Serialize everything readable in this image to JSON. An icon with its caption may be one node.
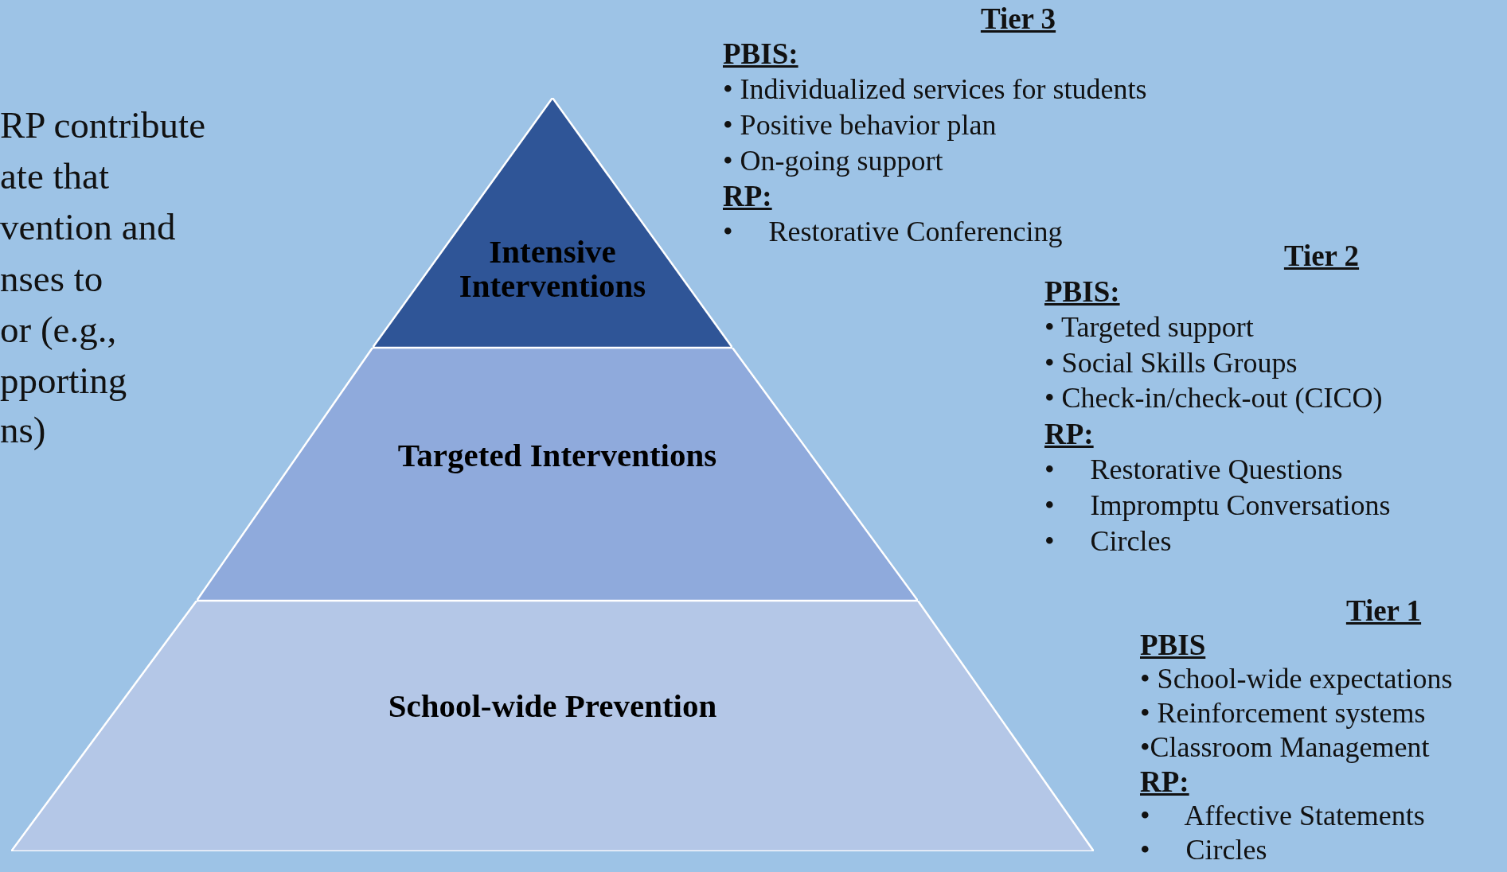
{
  "diagram": {
    "nodes": [
      {
        "text": [
          "Intensive Interventions"
        ]
      },
      {
        "text": [
          "Targeted Interventions"
        ]
      },
      {
        "text": [
          "School-wide Prevention"
        ]
      }
    ],
    "labels": [
      "RP contribute",
      "ate that",
      "vention and",
      "nses to",
      "or (e.g.,",
      "pporting",
      "ns)",
      "Tier 3",
      "PBIS:",
      "• Individualized services for students",
      "• Positive behavior plan",
      "• On-going support",
      "RP:",
      "•     Restorative Conferencing",
      "Tier 2",
      "PBIS:",
      "• Targeted support",
      "• Social Skills Groups",
      "• Check-in/check-out (CICO)",
      "RP:",
      "•     Restorative Questions",
      "•     Impromptu Conversations",
      "•     Circles",
      "Tier 1",
      "PBIS",
      "• School-wide expectations",
      "• Reinforcement systems",
      "•Classroom Management",
      "RP:",
      "•     Affective Statements",
      "•     Circles"
    ]
  }
}
